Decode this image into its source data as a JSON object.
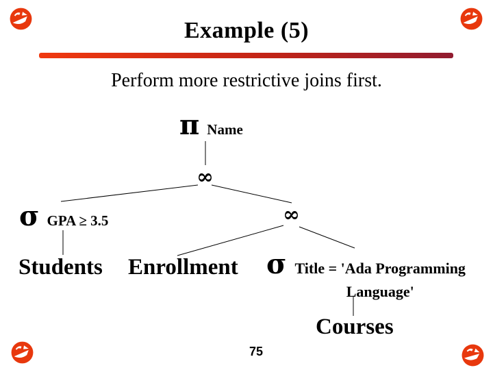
{
  "slide": {
    "title": "Example (5)",
    "subtitle": "Perform more restrictive joins first.",
    "page_number": "75"
  },
  "accent": {
    "rule_gradient_start": "#f0390f",
    "rule_gradient_end": "#911c30",
    "logo_color": "#e8380d",
    "text_color": "#000000"
  },
  "tree": {
    "project_op": {
      "symbol": "π",
      "label": "Name"
    },
    "join_top": {
      "symbol": "∞"
    },
    "join_right": {
      "symbol": "∞"
    },
    "select_gpa": {
      "symbol": "σ",
      "label": "GPA ≥ 3.5"
    },
    "select_title": {
      "symbol": "σ",
      "label_line1": "Title = 'Ada Programming",
      "label_line2": "Language'"
    },
    "leaf_students": "Students",
    "leaf_enrollment": "Enrollment",
    "leaf_courses": "Courses",
    "edges": [
      {
        "from": "project_op",
        "to": "join_top"
      },
      {
        "from": "join_top",
        "to": "select_gpa"
      },
      {
        "from": "join_top",
        "to": "join_right"
      },
      {
        "from": "select_gpa",
        "to": "leaf_students"
      },
      {
        "from": "join_right",
        "to": "leaf_enrollment"
      },
      {
        "from": "join_right",
        "to": "select_title"
      },
      {
        "from": "select_title",
        "to": "leaf_courses"
      }
    ]
  }
}
